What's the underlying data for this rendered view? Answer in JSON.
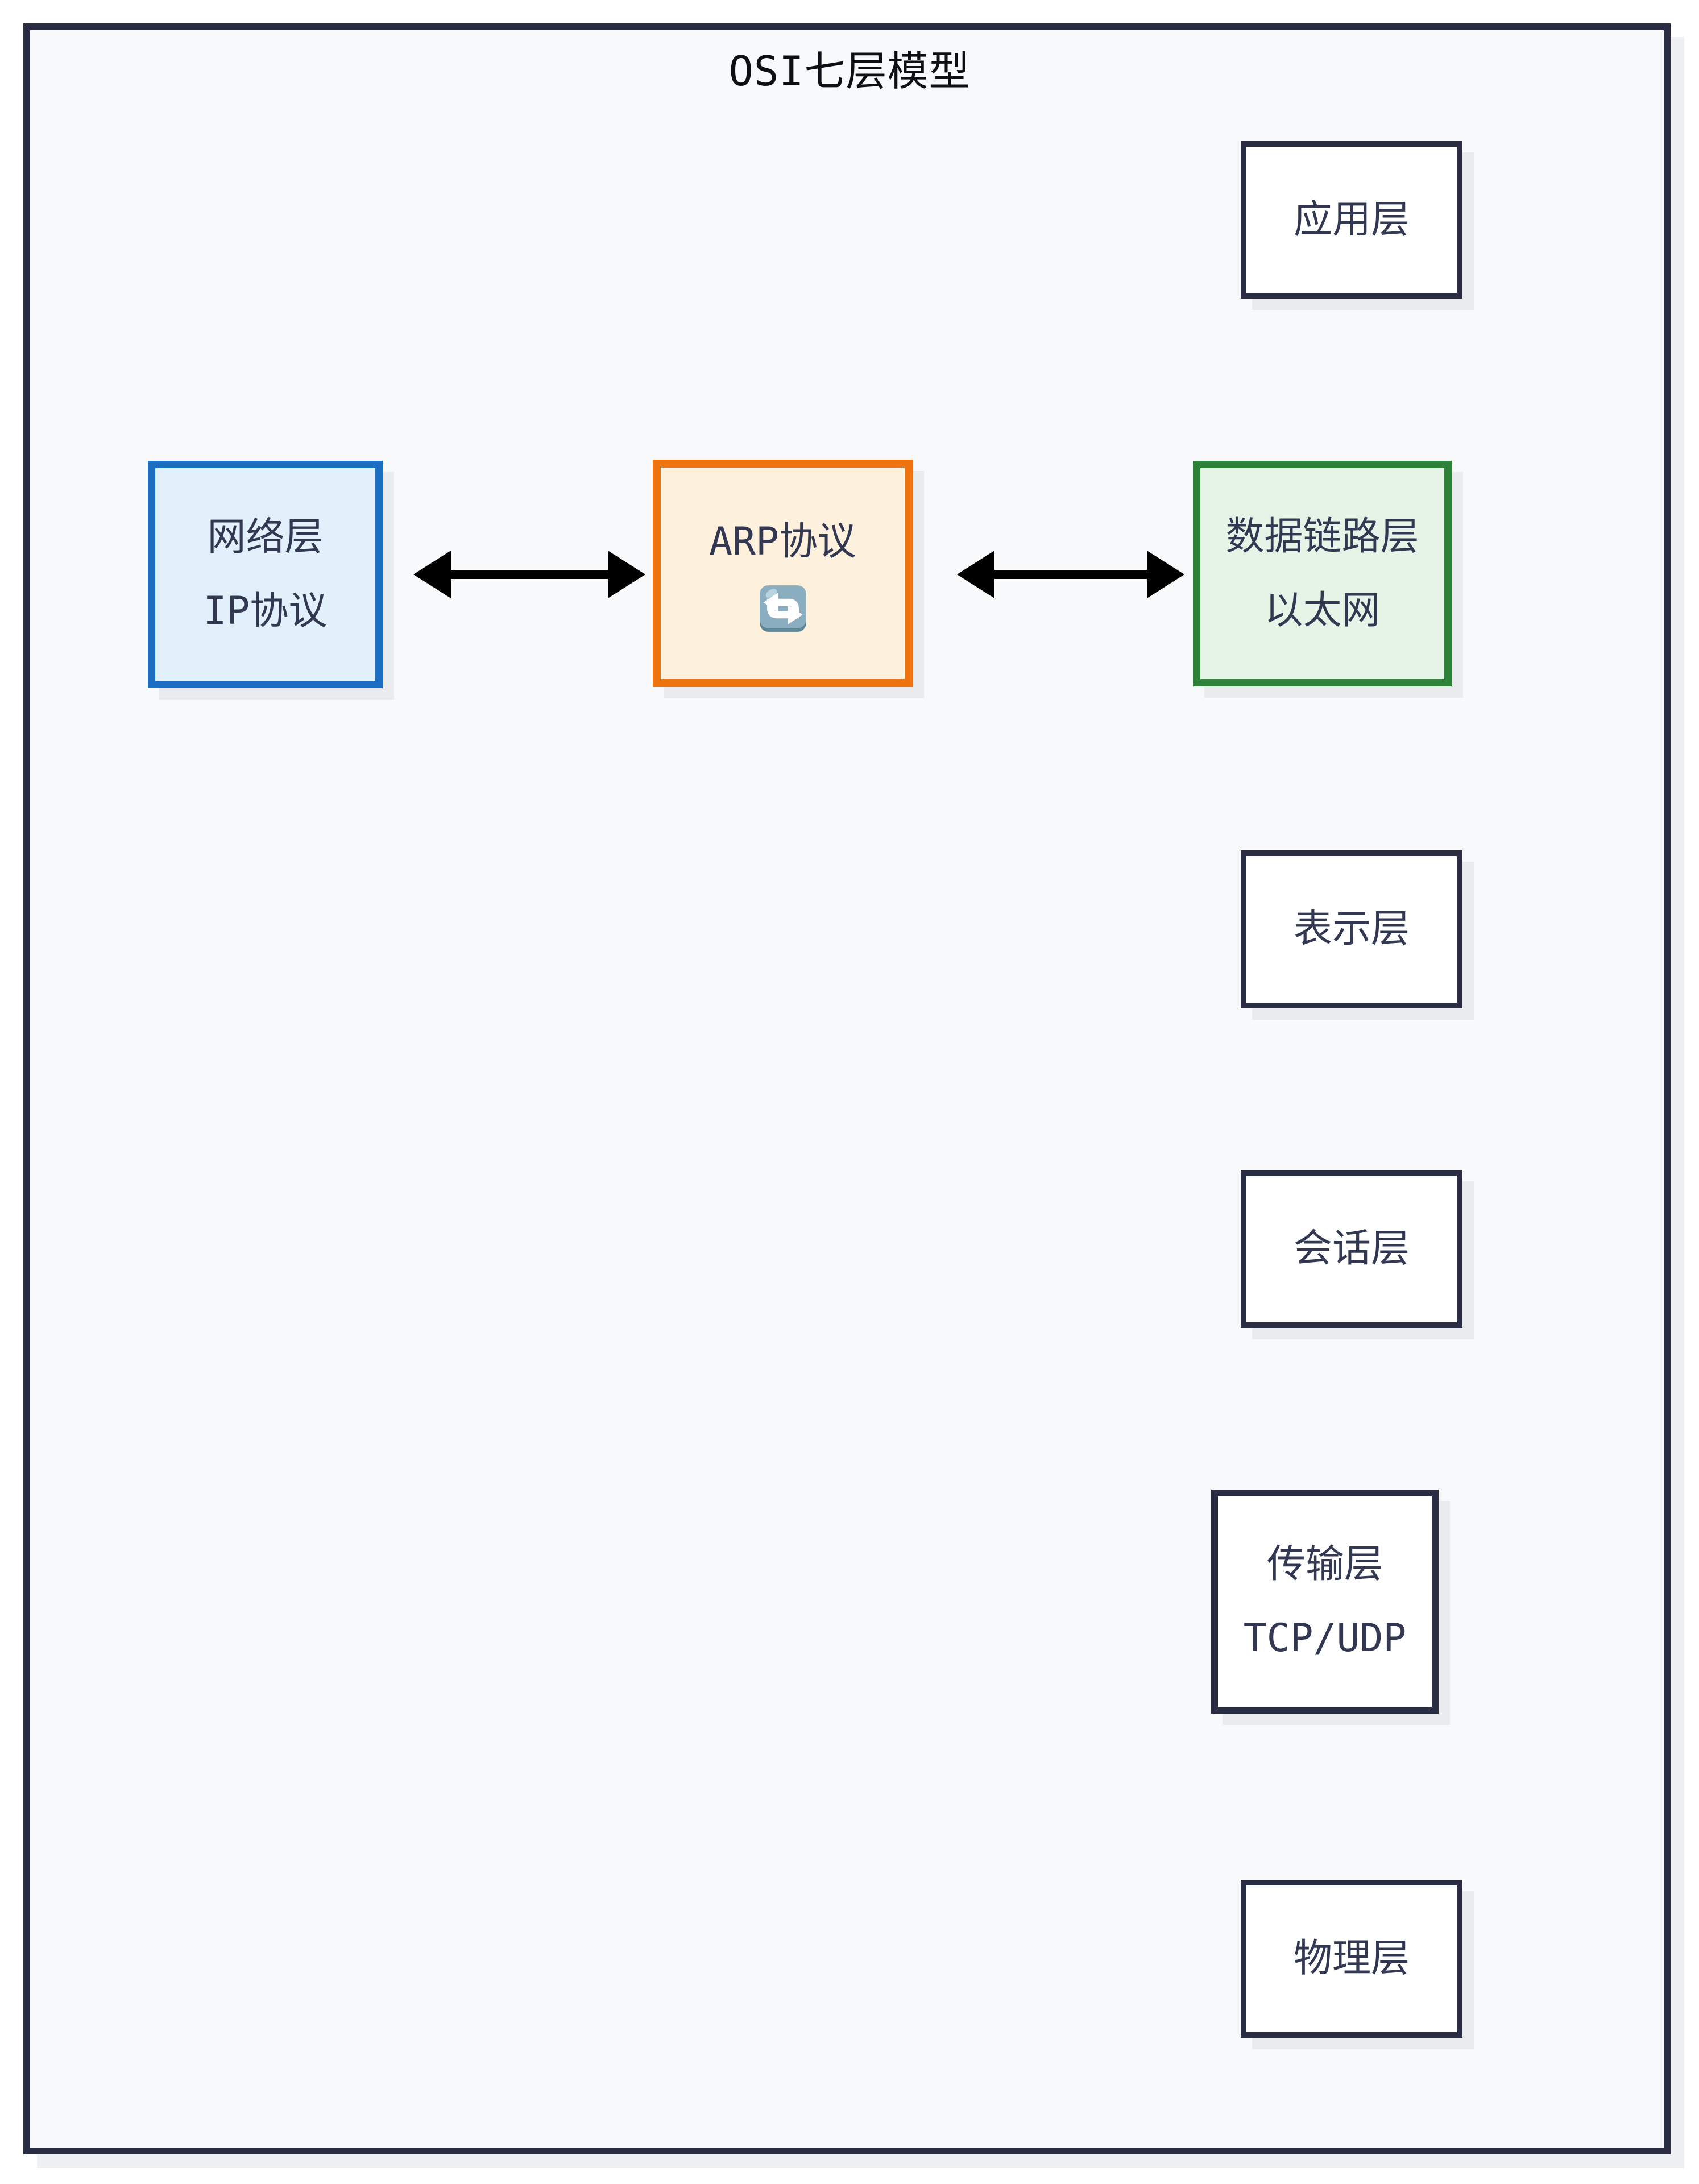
{
  "title": "OSI七层模型",
  "boxes": {
    "application": {
      "label": "应用层"
    },
    "network": {
      "line1": "网络层",
      "line2": "IP协议"
    },
    "arp": {
      "label": "ARP协议",
      "icon": "cycle-arrows-icon"
    },
    "datalink": {
      "line1": "数据链路层",
      "line2": "以太网"
    },
    "presentation": {
      "label": "表示层"
    },
    "session": {
      "label": "会话层"
    },
    "transport": {
      "line1": "传输层",
      "line2": "TCP/UDP"
    },
    "physical": {
      "label": "物理层"
    }
  },
  "connections": [
    {
      "from": "network",
      "to": "arp",
      "type": "bidirectional-arrow"
    },
    {
      "from": "arp",
      "to": "datalink",
      "type": "bidirectional-arrow"
    }
  ],
  "colors": {
    "frame_border": "#292c42",
    "canvas_background": "#f8f9fa",
    "text": "#333852",
    "network_border": "#1b6ec2",
    "network_fill": "#e2f0fb",
    "arp_border": "#ee7410",
    "arp_fill": "#fdf0dc",
    "datalink_border": "#2e8139",
    "datalink_fill": "#e6f4e7",
    "arrow": "#000000",
    "shadow": "#e9ebee"
  }
}
